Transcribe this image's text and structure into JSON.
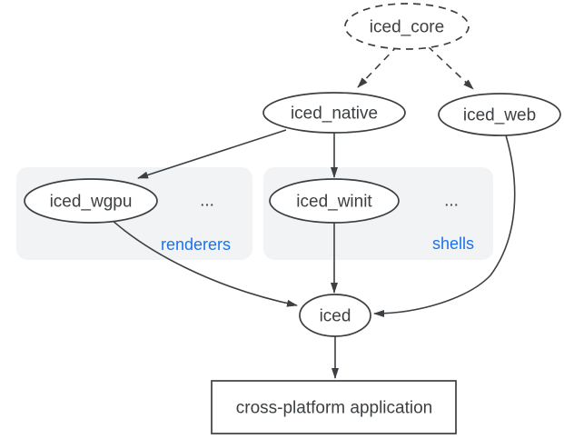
{
  "colors": {
    "background": "#ffffff",
    "stroke": "#3c4043",
    "text": "#3c4043",
    "node_fill": "#ffffff",
    "group_fill": "#f2f3f5",
    "group_label": "#1a73e8"
  },
  "nodes": {
    "iced_core": {
      "label": "iced_core",
      "shape": "ellipse",
      "border": "dashed"
    },
    "iced_native": {
      "label": "iced_native",
      "shape": "ellipse",
      "border": "solid"
    },
    "iced_web": {
      "label": "iced_web",
      "shape": "ellipse",
      "border": "solid"
    },
    "iced_wgpu": {
      "label": "iced_wgpu",
      "shape": "ellipse",
      "border": "solid",
      "group": "renderers"
    },
    "iced_winit": {
      "label": "iced_winit",
      "shape": "ellipse",
      "border": "solid",
      "group": "shells"
    },
    "iced": {
      "label": "iced",
      "shape": "ellipse",
      "border": "solid"
    },
    "app": {
      "label": "cross-platform application",
      "shape": "rect",
      "border": "solid"
    }
  },
  "groups": {
    "renderers": {
      "label": "renderers",
      "ellipsis": "..."
    },
    "shells": {
      "label": "shells",
      "ellipsis": "..."
    }
  },
  "edges": [
    {
      "from": "iced_core",
      "to": "iced_native",
      "style": "dashed"
    },
    {
      "from": "iced_core",
      "to": "iced_web",
      "style": "dashed"
    },
    {
      "from": "iced_native",
      "to": "iced_wgpu",
      "style": "solid"
    },
    {
      "from": "iced_native",
      "to": "iced_winit",
      "style": "solid"
    },
    {
      "from": "iced_wgpu",
      "to": "iced",
      "style": "solid"
    },
    {
      "from": "iced_winit",
      "to": "iced",
      "style": "solid"
    },
    {
      "from": "iced_web",
      "to": "iced",
      "style": "solid"
    },
    {
      "from": "iced",
      "to": "app",
      "style": "solid"
    }
  ]
}
